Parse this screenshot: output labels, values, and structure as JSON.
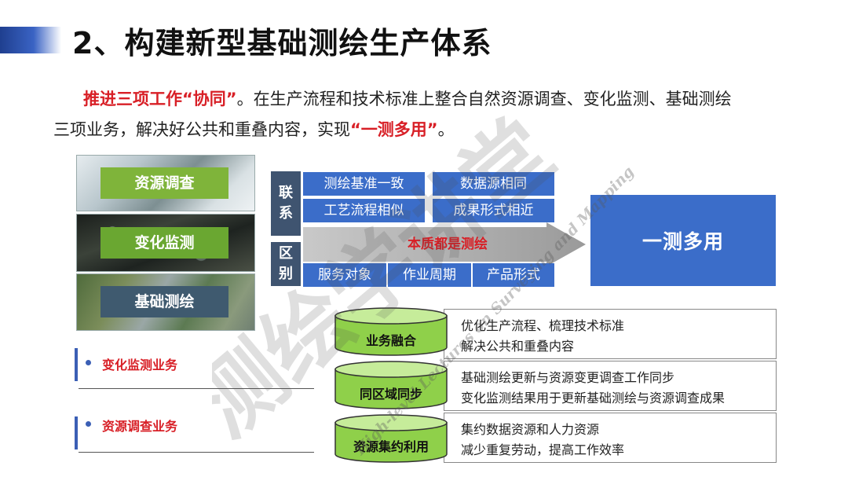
{
  "header": {
    "title": "2、构建新型基础测绘生产体系"
  },
  "intro": {
    "emph1": "推进三项工作“协同”",
    "text1": "。在生产流程和技术标准上整合自然资源调查、变化监测、基础测绘",
    "text2": "三项业务，解决好公共和重叠内容，实现",
    "emph2": "“一测多用”",
    "text3": "。"
  },
  "photos": [
    {
      "label": "资源调查"
    },
    {
      "label": "变化监测"
    },
    {
      "label": "基础测绘"
    }
  ],
  "bullets": [
    {
      "label": "变化监测业务"
    },
    {
      "label": "资源调查业务"
    }
  ],
  "diagram": {
    "link_label": "联\n系",
    "diff_label": "区\n别",
    "link_items": [
      "测绘基准一致",
      "数据源相同",
      "工艺流程相似",
      "成果形式相近"
    ],
    "essence": "本质都是测绘",
    "diff_items": [
      "服务对象",
      "作业周期",
      "产品形式"
    ],
    "result": "一测多用"
  },
  "rows": [
    {
      "name": "业务融合",
      "lines": [
        "优化生产流程、梳理技术标准",
        "解决公共和重叠内容"
      ]
    },
    {
      "name": "同区域同步",
      "lines": [
        "基础测绘更新与资源变更调查工作同步",
        "变化监测结果用于更新基础测绘与资源调查成果"
      ]
    },
    {
      "name": "资源集约利用",
      "lines": [
        "集约数据资源和人力资源",
        "减少重复劳动，提高工作效率"
      ]
    }
  ],
  "watermark": {
    "text": "High-level Lectures on Surveying and Mapping",
    "calligraphy": "测绘学讲堂"
  },
  "colors": {
    "accent_blue": "#3b6dc9",
    "dark_slate": "#3f5470",
    "emphasis_red": "#d81f26",
    "cylinder_green": "#8fd04a"
  }
}
